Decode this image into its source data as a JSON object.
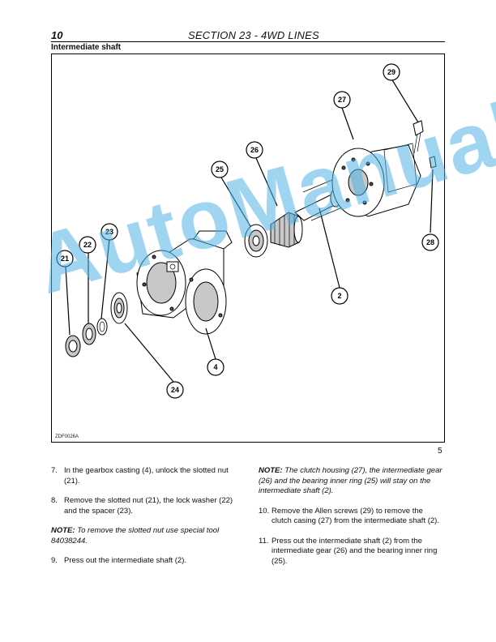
{
  "header": {
    "page_number": "10",
    "section_title": "SECTION 23 - 4WD LINES",
    "subtitle": "Intermediate shaft"
  },
  "figure": {
    "code": "ZDF0026A",
    "number": "5",
    "watermark": "AutoManual",
    "callouts": [
      "29",
      "27",
      "26",
      "25",
      "23",
      "22",
      "21",
      "28",
      "2",
      "4",
      "24"
    ]
  },
  "left_column": {
    "step7_num": "7.",
    "step7_text": "In the gearbox casting (4), unlock the slotted nut (21).",
    "step8_num": "8.",
    "step8_text": "Remove the slotted nut (21), the lock washer (22) and the spacer (23).",
    "note_label": "NOTE:",
    "note_text": " To remove the slotted nut use special tool 84038244.",
    "step9_num": "9.",
    "step9_text": "Press out the intermediate shaft (2)."
  },
  "right_column": {
    "note_label": "NOTE:",
    "note_text": " The clutch housing (27), the intermediate gear (26) and the bearing inner ring (25) will stay on the intermediate shaft (2).",
    "step10_num": "10.",
    "step10_text": "Remove the Allen screws (29) to remove the clutch casing (27) from the intermediate shaft (2).",
    "step11_num": "11.",
    "step11_text": "Press out the intermediate shaft (2) from the intermediate gear (26) and the bearing inner ring (25)."
  }
}
